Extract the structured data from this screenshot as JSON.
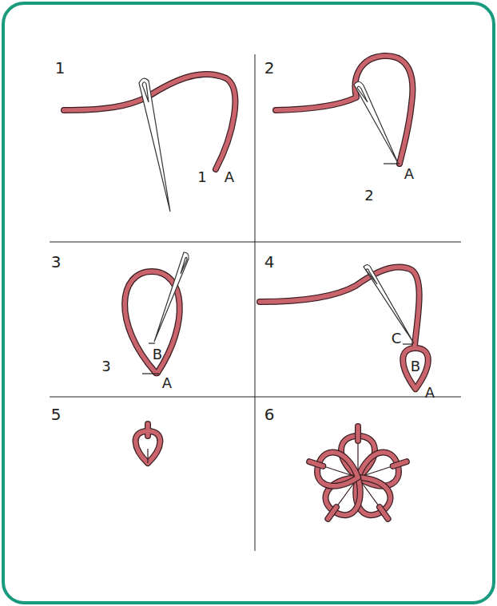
{
  "diagram": {
    "labels": [
      "1",
      "A",
      "1",
      "2",
      "A",
      "2",
      "3",
      "B",
      "3",
      "A",
      "4",
      "C",
      "B",
      "A",
      "5",
      "6"
    ]
  }
}
